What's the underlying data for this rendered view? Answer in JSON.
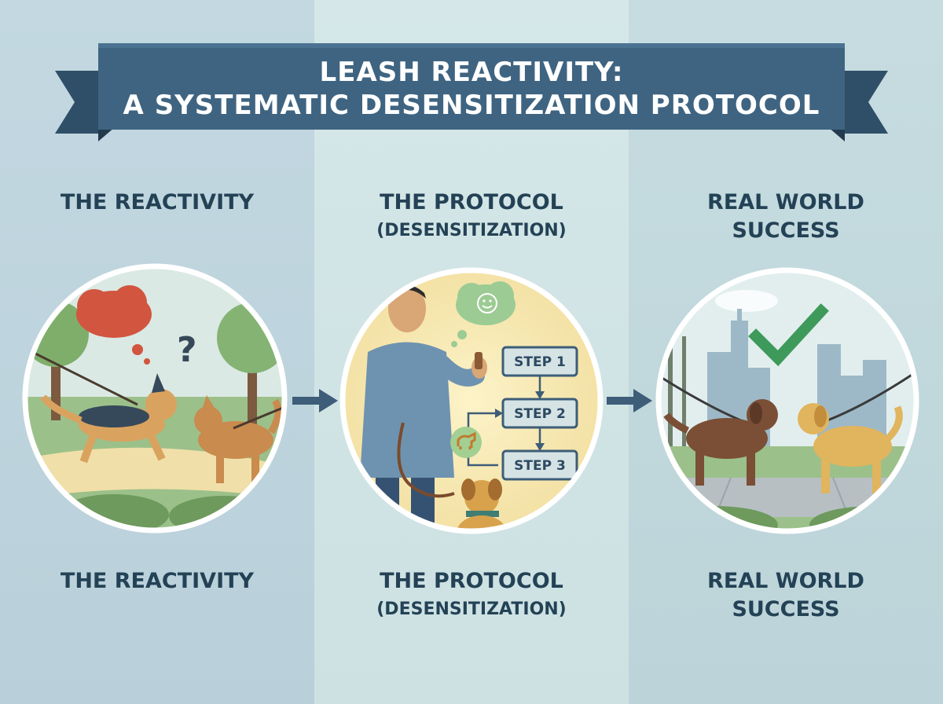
{
  "title": {
    "line1": "LEASH REACTIVITY:",
    "line2": "A SYSTEMATIC DESENSITIZATION PROTOCOL"
  },
  "panels": [
    {
      "heading": "THE REACTIVITY",
      "heading_sub": "",
      "caption": "THE REACTIVITY",
      "caption_sub": ""
    },
    {
      "heading": "THE PROTOCOL",
      "heading_sub": "(DESENSITIZATION)",
      "caption": "THE PROTOCOL",
      "caption_sub": "(DESENSITIZATION)"
    },
    {
      "heading": "REAL WORLD",
      "heading_sub": "SUCCESS",
      "caption": "REAL WORLD",
      "caption_sub": "SUCCESS"
    }
  ],
  "protocol_steps": [
    "STEP 1",
    "STEP 2",
    "STEP 3"
  ],
  "reactivity_symbol": "?",
  "colors": {
    "banner": "#3f6481",
    "heading_text": "#244256",
    "arrow": "#3d5d78",
    "success_check": "#3e9a5b",
    "alarm_cloud": "#d2553f"
  }
}
